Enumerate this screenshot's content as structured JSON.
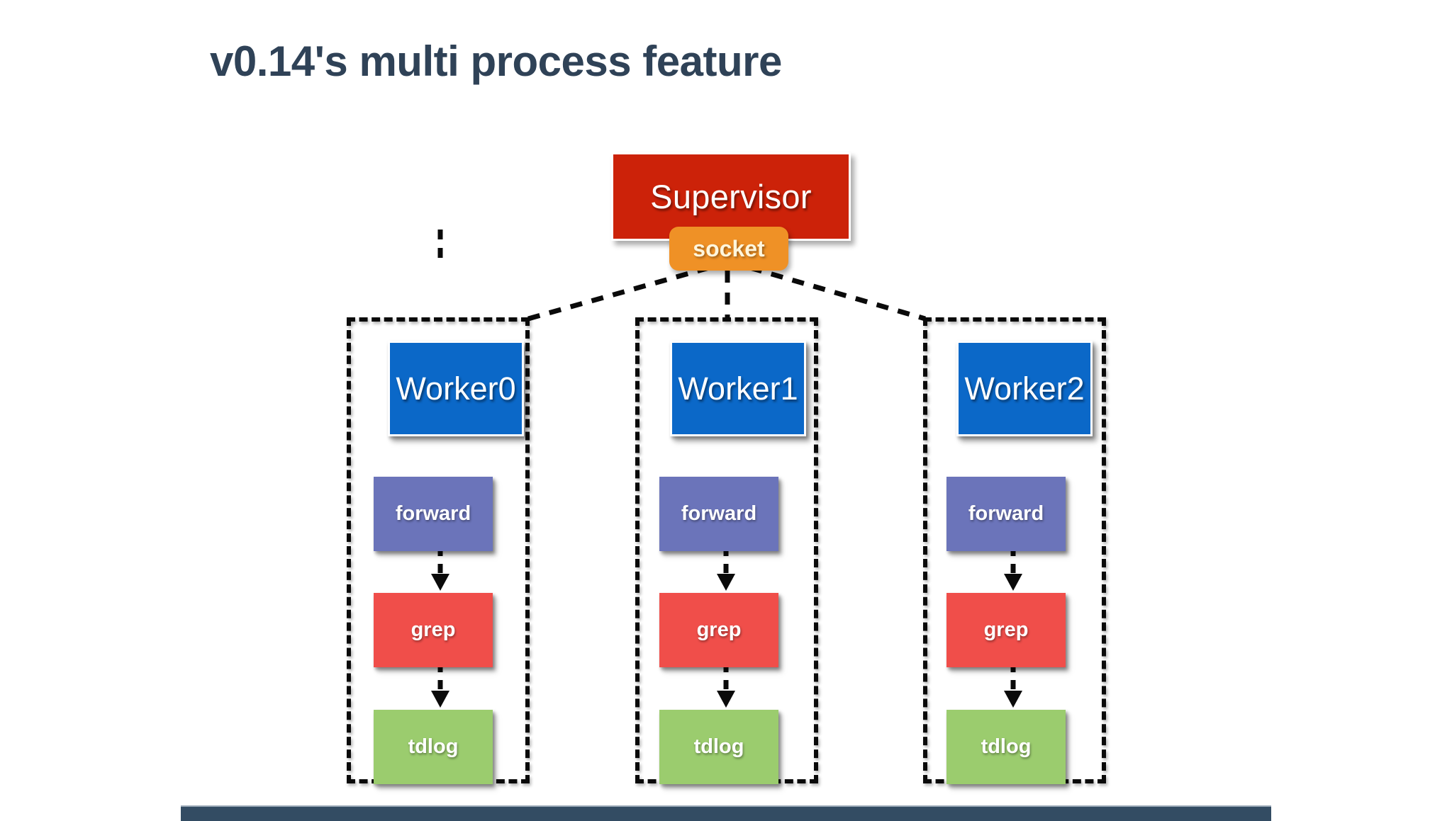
{
  "slide": {
    "title": "v0.14's multi process feature",
    "background_color": "#FFFFFF",
    "title_color": "#2F4257",
    "accent_bar_color": "#334C63"
  },
  "diagram": {
    "type": "process-tree",
    "supervisor": {
      "label": "Supervisor",
      "color": "#CC2209"
    },
    "socket": {
      "label": "socket",
      "color": "#EF9126"
    },
    "connector": {
      "style": "dashed",
      "color": "#0A0A0A",
      "count": 3
    },
    "workers": [
      {
        "label": "Worker0",
        "color": "#0B68C8",
        "stages": [
          {
            "label": "forward",
            "color": "#6B74BA"
          },
          {
            "label": "grep",
            "color": "#F04E4A"
          },
          {
            "label": "tdlog",
            "color": "#9BCC6E"
          }
        ]
      },
      {
        "label": "Worker1",
        "color": "#0B68C8",
        "stages": [
          {
            "label": "forward",
            "color": "#6B74BA"
          },
          {
            "label": "grep",
            "color": "#F04E4A"
          },
          {
            "label": "tdlog",
            "color": "#9BCC6E"
          }
        ]
      },
      {
        "label": "Worker2",
        "color": "#0B68C8",
        "stages": [
          {
            "label": "forward",
            "color": "#6B74BA"
          },
          {
            "label": "grep",
            "color": "#F04E4A"
          },
          {
            "label": "tdlog",
            "color": "#9BCC6E"
          }
        ]
      }
    ]
  }
}
